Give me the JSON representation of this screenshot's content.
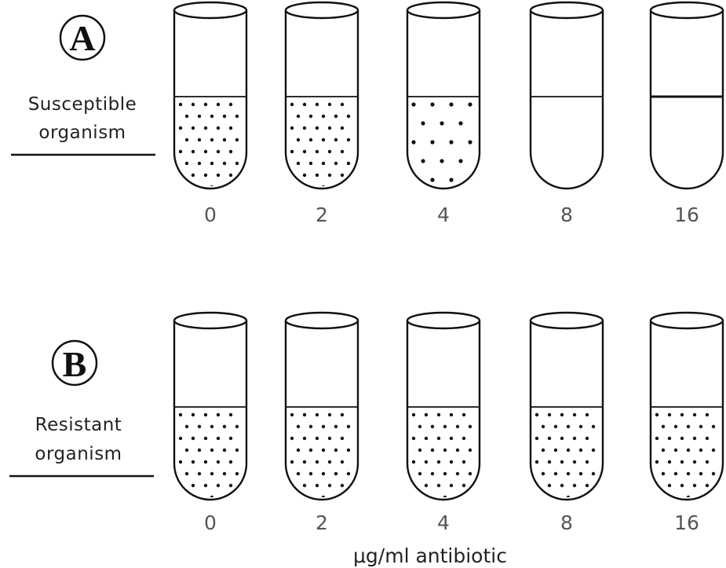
{
  "panels": [
    {
      "letter": "A",
      "label_lines": [
        "Susceptible",
        "organism"
      ],
      "tubes": [
        {
          "concentration": "0",
          "growth": "dense"
        },
        {
          "concentration": "2",
          "growth": "dense"
        },
        {
          "concentration": "4",
          "growth": "sparse"
        },
        {
          "concentration": "8",
          "growth": "none"
        },
        {
          "concentration": "16",
          "growth": "none"
        }
      ]
    },
    {
      "letter": "B",
      "label_lines": [
        "Resistant",
        "organism"
      ],
      "tubes": [
        {
          "concentration": "0",
          "growth": "dense"
        },
        {
          "concentration": "2",
          "growth": "dense"
        },
        {
          "concentration": "4",
          "growth": "dense"
        },
        {
          "concentration": "8",
          "growth": "dense"
        },
        {
          "concentration": "16",
          "growth": "dense"
        }
      ]
    }
  ],
  "axis_label": "μg/ml antibiotic"
}
